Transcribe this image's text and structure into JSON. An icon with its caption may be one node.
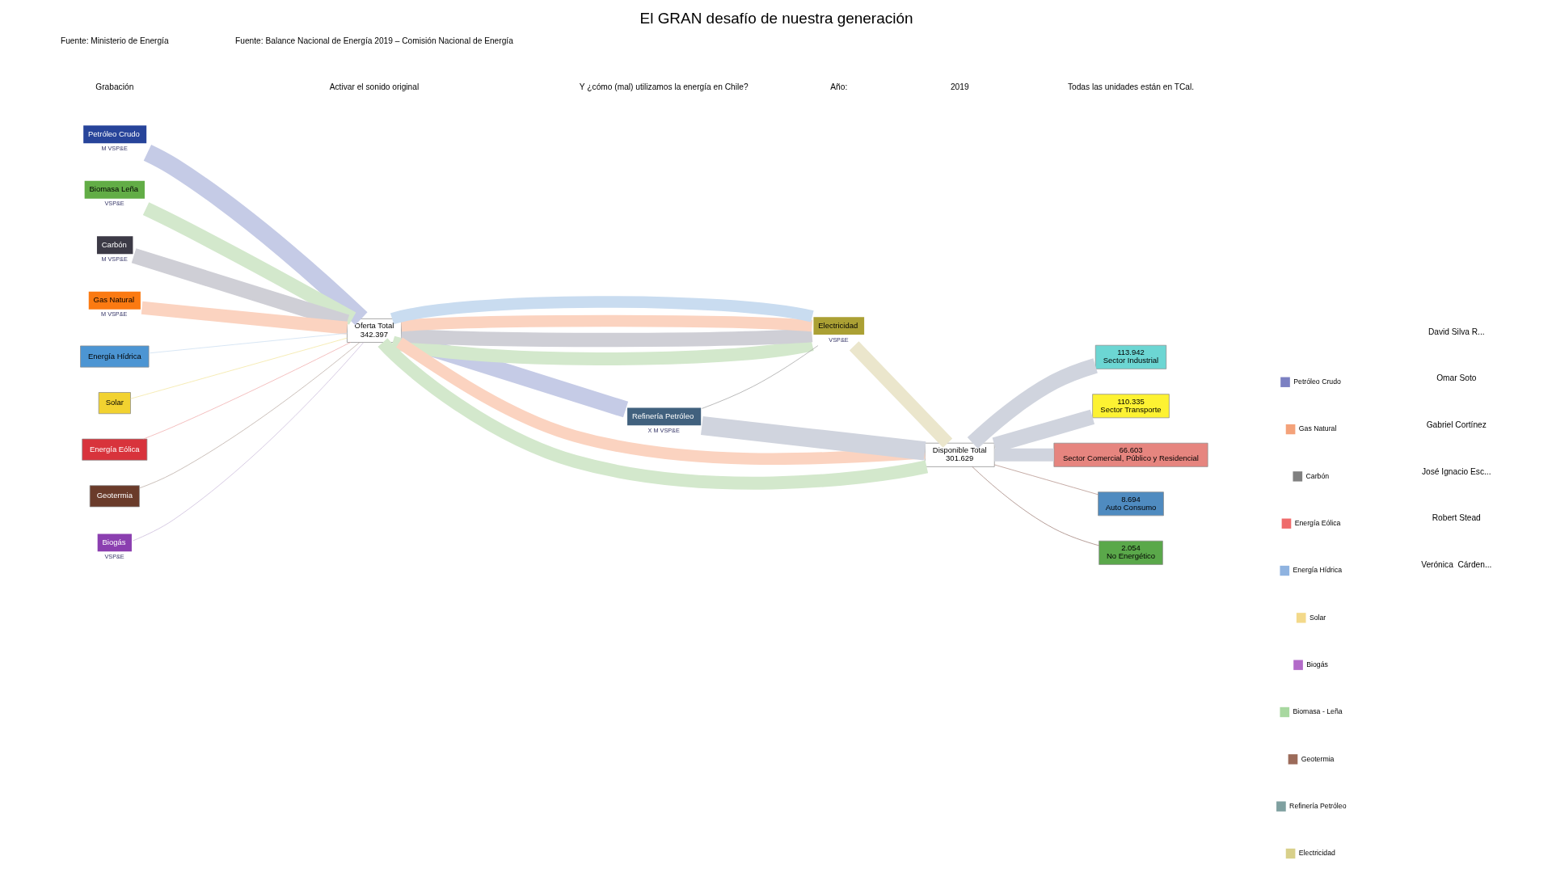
{
  "diagram": {
    "title": "El GRAN desafío de nuestra generación",
    "nodes": [
      {
        "text": [
          "Petróleo Crudo"
        ],
        "beside": [
          "M",
          "VSP&E"
        ]
      },
      {
        "text": [
          "Biomasa Leña"
        ],
        "beside": [
          "VSP&E"
        ]
      },
      {
        "text": [
          "Carbón"
        ],
        "beside": [
          "M",
          "VSP&E"
        ]
      },
      {
        "text": [
          "Gas Natural"
        ],
        "beside": [
          "M",
          "VSP&E"
        ]
      },
      {
        "text": [
          "Energía Hídrica"
        ]
      },
      {
        "text": [
          "Solar"
        ]
      },
      {
        "text": [
          "Energía Eólica"
        ]
      },
      {
        "text": [
          "Geotermia"
        ]
      },
      {
        "text": [
          "Biogás"
        ],
        "beside": [
          "VSP&E"
        ]
      },
      {
        "text": [
          "Oferta Total",
          "342.397"
        ]
      },
      {
        "text": [
          "Refinería Petróleo"
        ],
        "beside": [
          "X",
          "M",
          "VSP&E"
        ]
      },
      {
        "text": [
          "Electricidad"
        ],
        "beside": [
          "VSP&E"
        ]
      },
      {
        "text": [
          "Disponible Total",
          "301.629"
        ]
      },
      {
        "text": [
          "113.942",
          "Sector Industrial"
        ]
      },
      {
        "text": [
          "110.335",
          "Sector Transporte"
        ]
      },
      {
        "text": [
          "66.603",
          "Sector Comercial, Público y Residencial"
        ]
      },
      {
        "text": [
          "8.694",
          "Auto Consumo"
        ]
      },
      {
        "text": [
          "2.054",
          "No Energético"
        ]
      }
    ],
    "edges": [
      {
        "from": 0,
        "to": 9,
        "arrow": "none",
        "color": "#c5cbe6"
      },
      {
        "from": 1,
        "to": 9,
        "arrow": "none",
        "color": "#d3e8cc"
      },
      {
        "from": 2,
        "to": 9,
        "arrow": "none",
        "color": "#cfcfd6"
      },
      {
        "from": 3,
        "to": 9,
        "arrow": "none",
        "color": "#fbd3c0"
      },
      {
        "from": 4,
        "to": 9,
        "arrow": "none",
        "color": "#c9dcf0"
      },
      {
        "from": 5,
        "to": 9,
        "arrow": "none",
        "color": "#f3e59a"
      },
      {
        "from": 6,
        "to": 9,
        "arrow": "none",
        "color": "#f0a8a8"
      },
      {
        "from": 7,
        "to": 9,
        "arrow": "none",
        "color": "#b8a8a0"
      },
      {
        "from": 8,
        "to": 9,
        "arrow": "none",
        "color": "#c8b8d8"
      },
      {
        "from": 9,
        "to": 12,
        "arrow": "none",
        "color": "#d3e8cc"
      },
      {
        "from": 9,
        "to": 12,
        "arrow": "none",
        "color": "#fbd3c0"
      },
      {
        "from": 9,
        "to": 10,
        "arrow": "none",
        "color": "#c5cbe6"
      },
      {
        "from": 9,
        "to": 11,
        "arrow": "none",
        "color": "#d3e8cc"
      },
      {
        "from": 9,
        "to": 11,
        "arrow": "none",
        "color": "#cfcfd6"
      },
      {
        "from": 9,
        "to": 11,
        "arrow": "none",
        "color": "#fbd3c0"
      },
      {
        "from": 9,
        "to": 11,
        "arrow": "none",
        "color": "#c9dcf0"
      },
      {
        "from": 10,
        "to": 12,
        "arrow": "none",
        "color": "#d0d4de"
      },
      {
        "from": 10,
        "to": 11,
        "arrow": "none",
        "color": "#a0a0a0"
      },
      {
        "from": 11,
        "to": 12,
        "arrow": "none",
        "color": "#ebe6cc"
      },
      {
        "from": 12,
        "to": 13,
        "arrow": "none",
        "color": "#d0d4de"
      },
      {
        "from": 12,
        "to": 14,
        "arrow": "none",
        "color": "#d0d4de"
      },
      {
        "from": 12,
        "to": 15,
        "arrow": "none",
        "color": "#d0d4de"
      },
      {
        "from": 12,
        "to": 16,
        "arrow": "none",
        "color": "#b08c84"
      },
      {
        "from": 12,
        "to": 17,
        "arrow": "none",
        "color": "#9c7a72"
      }
    ],
    "labels": [
      "Grabación",
      "Activar el sonido original",
      "Y ¿cómo (mal) utilizamos la energía en Chile?",
      "Año:",
      "2019",
      "Todas las unidades están en TCal.",
      "Fuente: Ministerio de Energía",
      "Fuente: Balance Nacional de Energía 2019 – Comisión Nacional de Energía",
      "David Silva R...",
      "Omar Soto",
      "Gabriel Cortínez",
      "José Ignacio Esc...",
      "Robert Stead",
      "Verónica  Cárden..."
    ],
    "legend": [
      {
        "text": "Petróleo Crudo",
        "color": "#7b80c2"
      },
      {
        "text": "Gas Natural",
        "color": "#f4a27a"
      },
      {
        "text": "Carbón",
        "color": "#808080"
      },
      {
        "text": "Energía Eólica",
        "color": "#ef6b6b"
      },
      {
        "text": "Energía Hídrica",
        "color": "#8fb3e0"
      },
      {
        "text": "Solar",
        "color": "#f3d98a"
      },
      {
        "text": "Biogás",
        "color": "#b36bc9"
      },
      {
        "text": "Biomasa - Leña",
        "color": "#a8d8a0"
      },
      {
        "text": "Geotermia",
        "color": "#9c6b5a"
      },
      {
        "text": "Refinería Petróleo",
        "color": "#7fa0a0"
      },
      {
        "text": "Electricidad",
        "color": "#d8d08a"
      }
    ]
  }
}
